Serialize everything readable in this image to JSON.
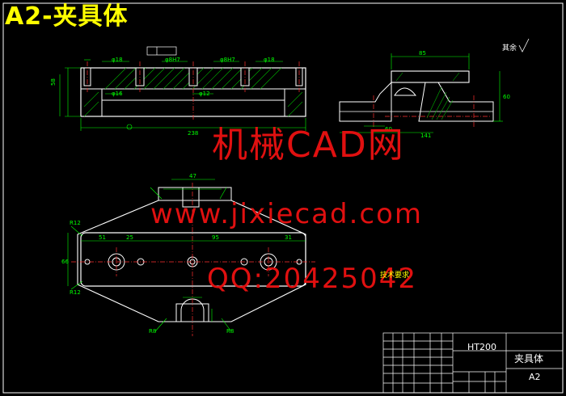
{
  "title": "A2-夹具体",
  "watermarks": [
    "机械CAD网",
    "www.jixiecad.com",
    "QQ:20425042"
  ],
  "title_block": {
    "material": "HT200",
    "part_name": "夹具体",
    "sheet_size": "A2"
  },
  "notes_title": "技术要求",
  "roughness_note": "其余",
  "colors": {
    "background": "#000000",
    "outline": "#ffffff",
    "dimension": "#00ff00",
    "centerline": "#ff3030",
    "hatch": "#00d000",
    "title": "#ffff00",
    "watermark": "#e01010"
  }
}
